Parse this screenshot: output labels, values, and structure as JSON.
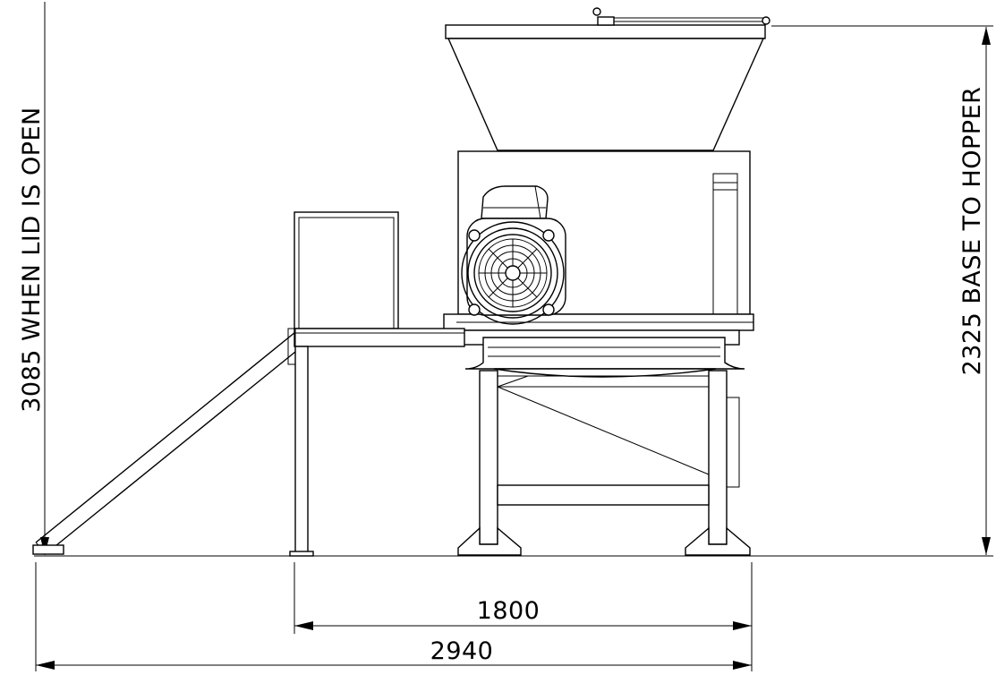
{
  "dimensions": {
    "overall_height_label": "3085 WHEN LID IS OPEN",
    "hopper_height_label": "2325  BASE TO  HOPPER",
    "frame_width_label": "1800",
    "overall_width_label": "2940"
  }
}
